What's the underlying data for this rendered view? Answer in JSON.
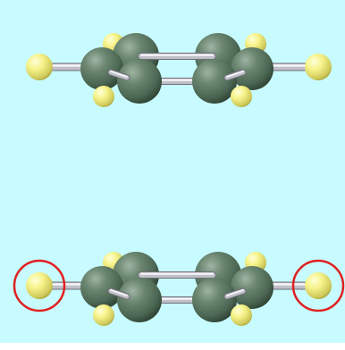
{
  "scene": {
    "background_color": "#c8fbff",
    "frame_color": "#ffffff",
    "carbon_color": "#4f6b55",
    "hydrogen_color": "#f2f07a",
    "bond_color": "#c0c0c8",
    "highlight_color": "#e02020"
  },
  "molecules": [
    {
      "name": "upper-molecule",
      "highlighted_atoms": []
    },
    {
      "name": "lower-molecule",
      "highlighted_atoms": [
        "left-end-hydrogen",
        "right-end-hydrogen"
      ]
    }
  ]
}
